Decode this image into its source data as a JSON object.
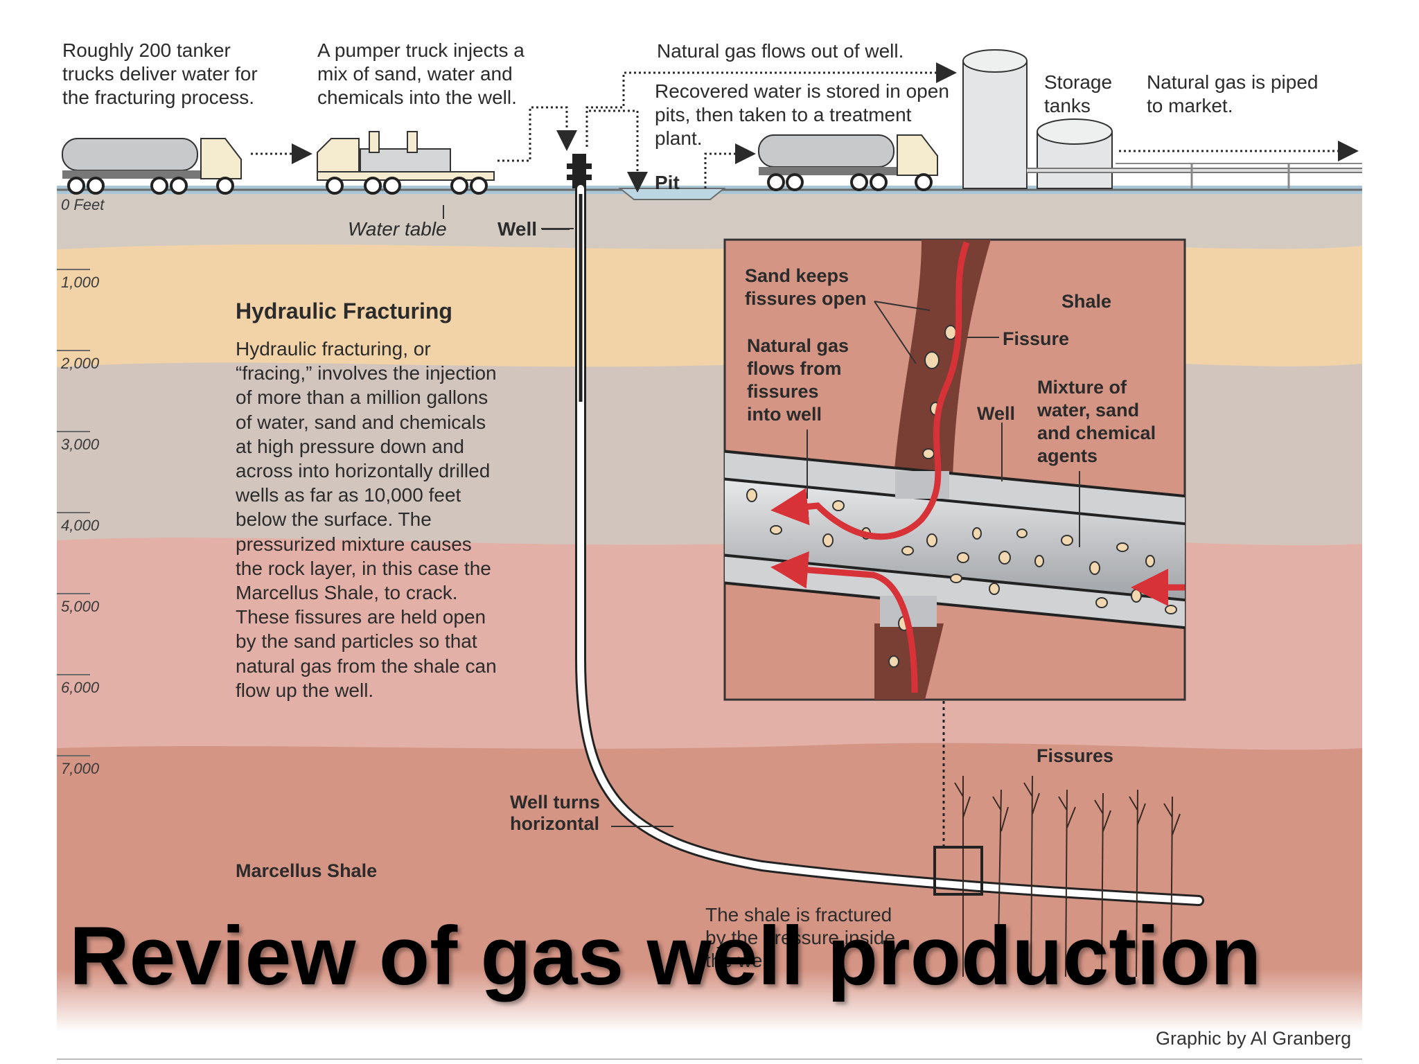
{
  "captions": {
    "tankers": "Roughly 200 tanker\ntrucks deliver water for\nthe fracturing process.",
    "pumper": "A pumper truck injects a\nmix of sand, water and\nchemicals into the well.",
    "gas_flows": "Natural gas flows out of well.",
    "recovered_water": "Recovered water is stored in open\npits, then taken to a treatment\nplant.",
    "pit": "Pit",
    "storage_tanks": "Storage\ntanks",
    "piped": "Natural gas is piped\nto market.",
    "water_table": "Water table",
    "well": "Well",
    "well_turns": "Well turns\nhorizontal",
    "marcellus": "Marcellus Shale",
    "shale_fractured": "The shale is fractured\nby the pressure inside\nthe well.",
    "fissures": "Fissures",
    "credit": "Graphic by Al Granberg"
  },
  "depth_scale": [
    "0 Feet",
    "1,000",
    "2,000",
    "3,000",
    "4,000",
    "5,000",
    "6,000",
    "7,000"
  ],
  "info": {
    "heading": "Hydraulic Fracturing",
    "body": "Hydraulic fracturing, or\n“fracing,” involves the injection\nof more than a million gallons\nof water, sand and chemicals\nat high pressure down and\nacross into horizontally drilled\nwells as far as 10,000 feet\nbelow the surface. The\npressurized mixture causes\nthe rock layer, in this case the\nMarcellus Shale, to crack.\nThese fissures are held open\nby the sand particles so that\nnatural gas from the shale can\nflow up the well."
  },
  "inset": {
    "sand": "Sand keeps\nfissures open",
    "shale": "Shale",
    "fissure": "Fissure",
    "gas_from_fissures": "Natural gas\nflows from\nfissures\ninto well",
    "well": "Well",
    "mixture": "Mixture of\nwater, sand\nand chemical\nagents"
  },
  "slide_title": "Review of gas well production",
  "colors": {
    "sky": "#ffffff",
    "topsoil": "#d3cbc2",
    "sandstone": "#f2d3a8",
    "grey_layer": "#d2c5bd",
    "pink_layer": "#e3b0a7",
    "shale": "#d59585",
    "inset_shale": "#d49584",
    "fissure": "#7a3f34",
    "gas_arrow": "#d63238",
    "pipe": "#c7c9cc",
    "water": "#bcd6e4"
  }
}
